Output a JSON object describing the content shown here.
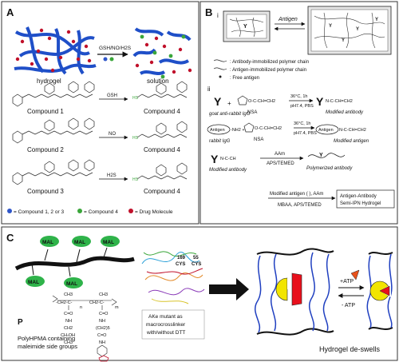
{
  "panels": {
    "A": {
      "letter": "A",
      "reagent": "GSH/NO/H2S",
      "left_label": "hydrogel",
      "right_label": "solution",
      "compounds": [
        {
          "left": "Compound 1",
          "reagent": "GSH",
          "right": "Compound 4"
        },
        {
          "left": "Compound 2",
          "reagent": "NO",
          "right": "Compound 4"
        },
        {
          "left": "Compound 3",
          "reagent": "H2S",
          "right": "Compound 4"
        }
      ],
      "legend": {
        "blue": "= Compound 1, 2 or 3",
        "green": "= Compound 4",
        "red": "= Drug Molecule"
      },
      "colors": {
        "fiber": "#1f4fc8",
        "drug": "#c0102a",
        "cmpd4": "#3aa63a",
        "cmpd123": "#2f56c9"
      }
    },
    "B": {
      "letter": "B",
      "sub_i": "i",
      "sub_ii": "ii",
      "antigen_arrow": "Antigen",
      "legend": [
        ": Antibody-immobilized polymer chain",
        ": Antigen-immobilized polymer chain",
        ": Free antigen"
      ],
      "row1": {
        "label_left": "goat anti-rabbit IgG",
        "plus": "+",
        "nsa_formula": "O-C-CH=CH2",
        "nsa_label": "NSA",
        "cond_top": "36°C, 1h",
        "cond_bottom": "pH7.4, PBS",
        "product_formula": "N-C-CH=CH2",
        "product_label": "Modified antibody"
      },
      "row2": {
        "antigen": "Antigen",
        "nh2": "-NH2 +",
        "label_left": "rabbit IgG",
        "nsa_formula": "O-C-CH=CH2",
        "nsa_label": "NSA",
        "cond_top": "36°C, 1h",
        "cond_bottom": "pH7.4, PBS",
        "product_antigen": "Antigen",
        "product_formula": "N-C-CH=CH2",
        "product_label": "Modified antigen"
      },
      "row3": {
        "formula": "N-C-CH",
        "label_left": "Modified antibody",
        "reagent_top": "AAm",
        "reagent_bottom": "APS/TEMED",
        "product_label": "Polymerized antibody"
      },
      "row4": {
        "reagent_top": "Modified antigen ( ), AAm",
        "reagent_bottom": "MBAA, APS/TEMED",
        "product_line1": "Antigen-Antibody",
        "product_line2": "Semi-IPN Hydrogel"
      }
    },
    "C": {
      "letter": "C",
      "mal": "MAL",
      "polymer_label": "P",
      "polymer_caption_1": "PolyHPMA containing",
      "polymer_caption_2": "maleimide side groups",
      "chem": {
        "ch3_a": "CH3",
        "ch2_a": "CH2",
        "c_o_a": "C=O",
        "nh_a": "NH",
        "ch2_b": "CH2",
        "choh": "CH-OH",
        "ch3_b": "CH3",
        "ch3_c": "CH3",
        "c_o_b": "C=O",
        "nh_b": "NH",
        "ch2n": "(CH2)5",
        "c_o_c": "C=O",
        "nh_c": "NH",
        "n": "n",
        "m": "m"
      },
      "protein_labels": [
        "169",
        "CYS",
        "55",
        "CYS"
      ],
      "protein_caption_1": "AKe mutant as",
      "protein_caption_2": "macrocrosslinker",
      "protein_caption_3": "with/without DTT",
      "plus_atp": "+ATP",
      "minus_atp": "- ATP",
      "deswell": "Hydrogel de-swells"
    }
  }
}
